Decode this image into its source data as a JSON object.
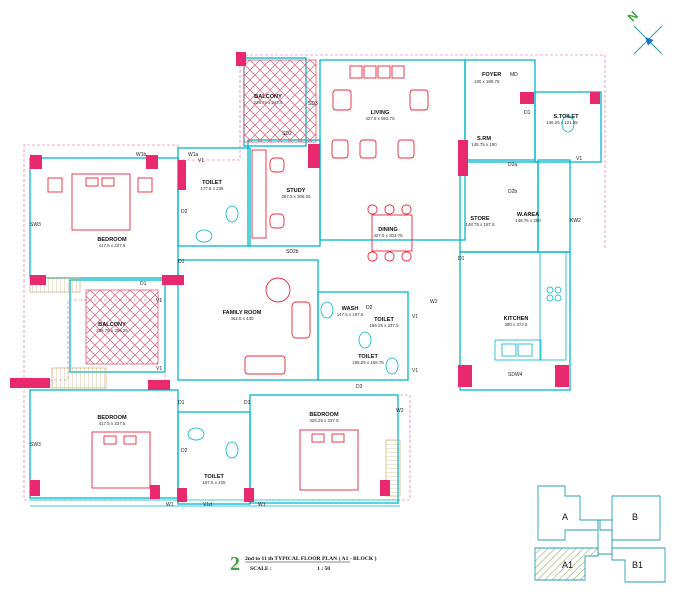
{
  "rooms": {
    "balcony_top": {
      "name": "BALCONY",
      "dim": "228.75 x 247.5"
    },
    "living": {
      "name": "LIVING",
      "dim": "427.5 x 563.75"
    },
    "foyer": {
      "name": "FOYER",
      "dim": "180 x 188.75"
    },
    "stolet": {
      "name": "S.TOILET",
      "dim": "146.25 x 121.25"
    },
    "srm": {
      "name": "S.RM",
      "dim": "148.75 x 160"
    },
    "toilet_upper": {
      "name": "TOILET",
      "dim": "177.5 x 235"
    },
    "study": {
      "name": "STUDY",
      "dim": "287.5 x 306.25"
    },
    "bedroom_left": {
      "name": "BEDROOM",
      "dim": "417.5 x 337.5"
    },
    "dining": {
      "name": "DINING",
      "dim": "427.5 x 303.75"
    },
    "store": {
      "name": "STORE",
      "dim": "148.75 x 187.5"
    },
    "warea": {
      "name": "W.AREA",
      "dim": "148.75 x 290"
    },
    "balcony_left": {
      "name": "BALCONY",
      "dim": "228.75 x 306.25"
    },
    "family": {
      "name": "FAMILY ROOM",
      "dim": "462.5 x 430"
    },
    "wash": {
      "name": "WASH",
      "dim": "147.5 x 187.5"
    },
    "toilet_mid1": {
      "name": "TOILET",
      "dim": "186.25 x 237.5"
    },
    "toilet_mid2": {
      "name": "TOILET",
      "dim": "266.25 x 158.75"
    },
    "kitchen": {
      "name": "KITCHEN",
      "dim": "380 x 372.5"
    },
    "bedroom_bl": {
      "name": "BEDROOM",
      "dim": "417.5 x 337.5"
    },
    "bedroom_bc": {
      "name": "BEDROOM",
      "dim": "426.25 x 337.5"
    },
    "toilet_bottom": {
      "name": "TOILET",
      "dim": "187.5 x 225"
    }
  },
  "tags": {
    "md": "MD",
    "w1b": "W1b",
    "w1a": "W1a",
    "sd2": "SD2",
    "sd2b": "SD2b",
    "v1": "V1",
    "d2": "D2",
    "d1": "D1",
    "d2a": "D2a",
    "d2b": "D2b",
    "d3": "D3",
    "sw3": "SW3",
    "kw2": "KW2",
    "sdw4": "SDW4",
    "w2": "W2",
    "w1": "W1",
    "v1d": "V1d",
    "sd3": "SD3"
  },
  "blocks": [
    "A",
    "B",
    "A1",
    "B1"
  ],
  "compass": "N",
  "title": {
    "number": "2",
    "line1": "2nd to 11 th TYPICAL FLOOR PLAN ( A1 - BLOCK )",
    "line2_label": "SCALE :",
    "line2_value": "1 : 50"
  },
  "colors": {
    "wall": "#00b8c8",
    "furniture": "#e8283c",
    "column": "#e8296e",
    "balcony_hatch": "#e05a70",
    "title_number": "#3aa63a"
  }
}
